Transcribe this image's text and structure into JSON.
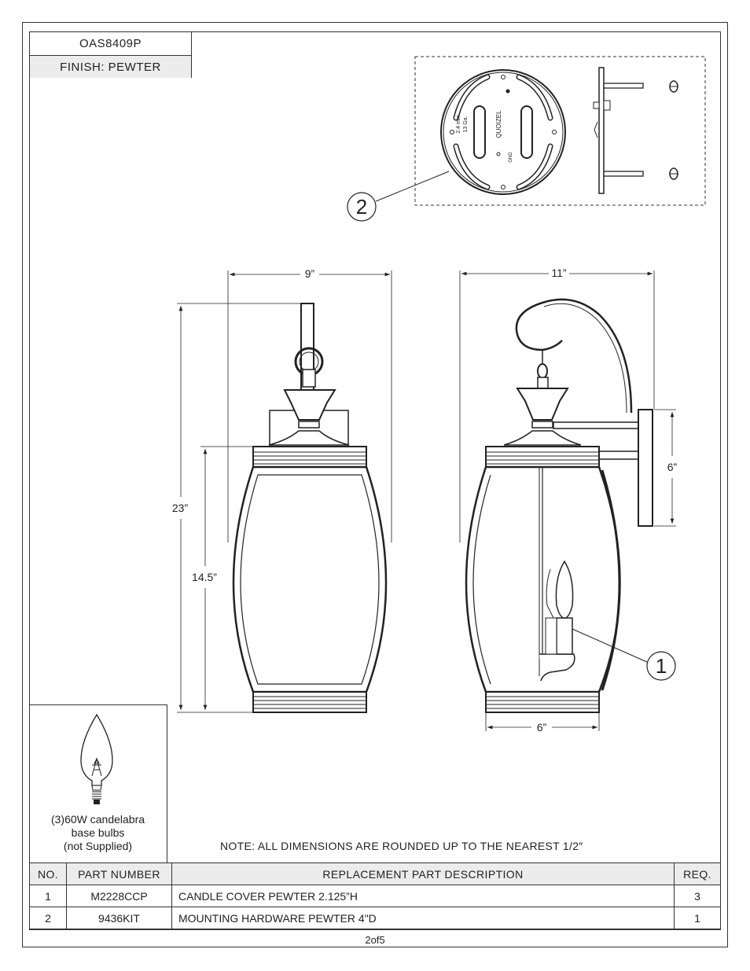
{
  "header": {
    "model": "OAS8409P",
    "finish": "FINISH: PEWTER"
  },
  "dimensions": {
    "front_width": "9”",
    "side_width": "11”",
    "overall_height": "23”",
    "body_height": "14.5”",
    "backplate_height": "6”",
    "body_depth": "6”"
  },
  "callouts": {
    "candle_cover": "1",
    "mounting_hardware": "2"
  },
  "plate_text": {
    "brand": "QUOIZEL",
    "metric": "2.4 mm",
    "gauge": "13 Ga.",
    "ground": "GND"
  },
  "bulb": {
    "line1": "(3)60W candelabra",
    "line2": "base bulbs",
    "line3": "(not Supplied)"
  },
  "note": "NOTE:  ALL DIMENSIONS ARE ROUNDED UP TO THE NEAREST  1/2″",
  "table": {
    "headers": {
      "no": "NO.",
      "part": "PART NUMBER",
      "desc": "REPLACEMENT PART DESCRIPTION",
      "req": "REQ."
    },
    "rows": [
      {
        "no": "1",
        "part": "M2228CCP",
        "desc": "CANDLE COVER PEWTER 2.125”H",
        "req": "3"
      },
      {
        "no": "2",
        "part": "9436KIT",
        "desc": "MOUNTING HARDWARE PEWTER 4\"D",
        "req": "1"
      }
    ]
  },
  "footer": {
    "page": "2of5"
  }
}
